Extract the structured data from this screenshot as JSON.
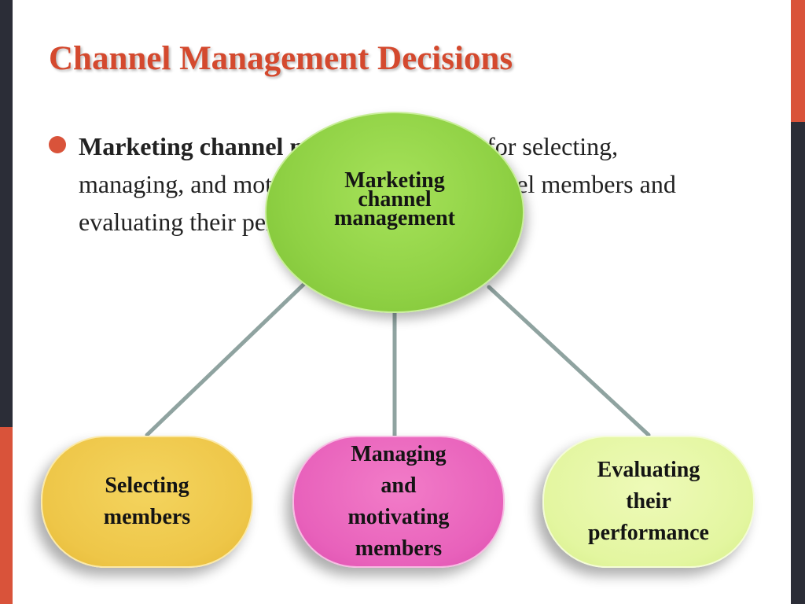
{
  "slide": {
    "title": "Channel Management Decisions",
    "colors": {
      "accent": "#d9533a",
      "sidebar": "#2b2d37",
      "title": "#d4492e"
    }
  },
  "bullet": {
    "bold": "Marketing channel management",
    "rest": " calls for selecting, managing, and motivating individual channel members and evaluating their performance over time."
  },
  "diagram": {
    "center": {
      "lines": [
        "Marketing",
        "channel",
        "management"
      ],
      "color": "#8fd144"
    },
    "leaves": [
      {
        "lines": [
          "Selecting",
          "members"
        ],
        "color": "#eec648"
      },
      {
        "lines": [
          "Managing",
          "and",
          "motivating",
          "members"
        ],
        "color": "#e861bb"
      },
      {
        "lines": [
          "Evaluating",
          "their",
          "performance"
        ],
        "color": "#e3f6a0"
      }
    ]
  }
}
